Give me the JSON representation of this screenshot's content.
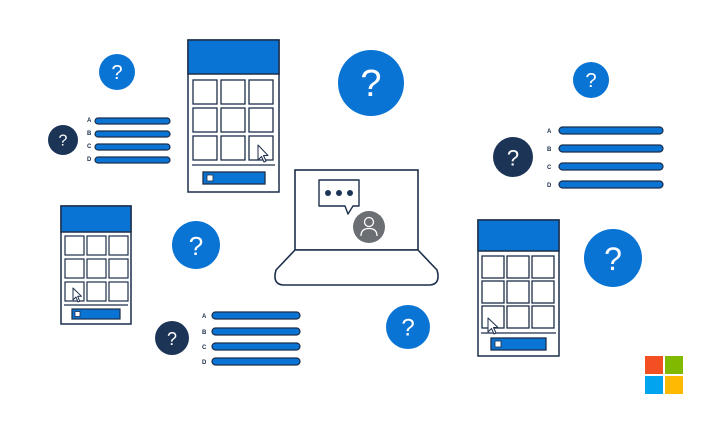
{
  "colors": {
    "blue": "#0a74d4",
    "navy": "#1c3557",
    "outline": "#1c2e4a",
    "gray": "#6b6e73",
    "logo": [
      "#f25022",
      "#7fba00",
      "#00a4ef",
      "#ffb900"
    ]
  },
  "question_icon": {
    "glyph": "?"
  },
  "option_letters": [
    "A",
    "B",
    "C",
    "D"
  ],
  "chat_bubble_icon": "speech-bubble-ellipsis-icon",
  "avatar_icon": "person-icon",
  "logo_icon": "windows-four-square-logo"
}
